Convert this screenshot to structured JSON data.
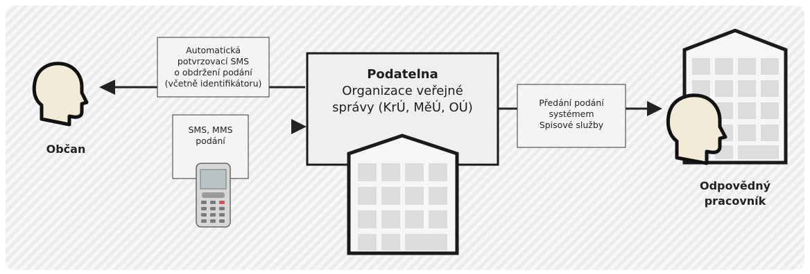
{
  "citizen": {
    "label": "Občan"
  },
  "worker": {
    "line1": "Odpovědný",
    "line2": "pracovník"
  },
  "sms_confirm_box": {
    "line1": "Automatická",
    "line2": "potvrzovací SMS",
    "line3": "o obdržení podání",
    "line4": "(včetně identifikátoru)"
  },
  "sms_submit_box": {
    "line1": "SMS, MMS",
    "line2": "podání"
  },
  "office_box": {
    "title": "Podatelna",
    "line1": "Organizace veřejné",
    "line2": "správy (KrÚ, MěÚ, OÚ)"
  },
  "handover_box": {
    "line1": "Předání podání",
    "line2": "systémem",
    "line3": "Spisové služby"
  },
  "colors": {
    "background_stripes": "#ececec",
    "box_fill": "#f4f4f2",
    "office_fill": "#eef0ef",
    "stroke": "#222222",
    "building_window": "#dcdcdc"
  }
}
